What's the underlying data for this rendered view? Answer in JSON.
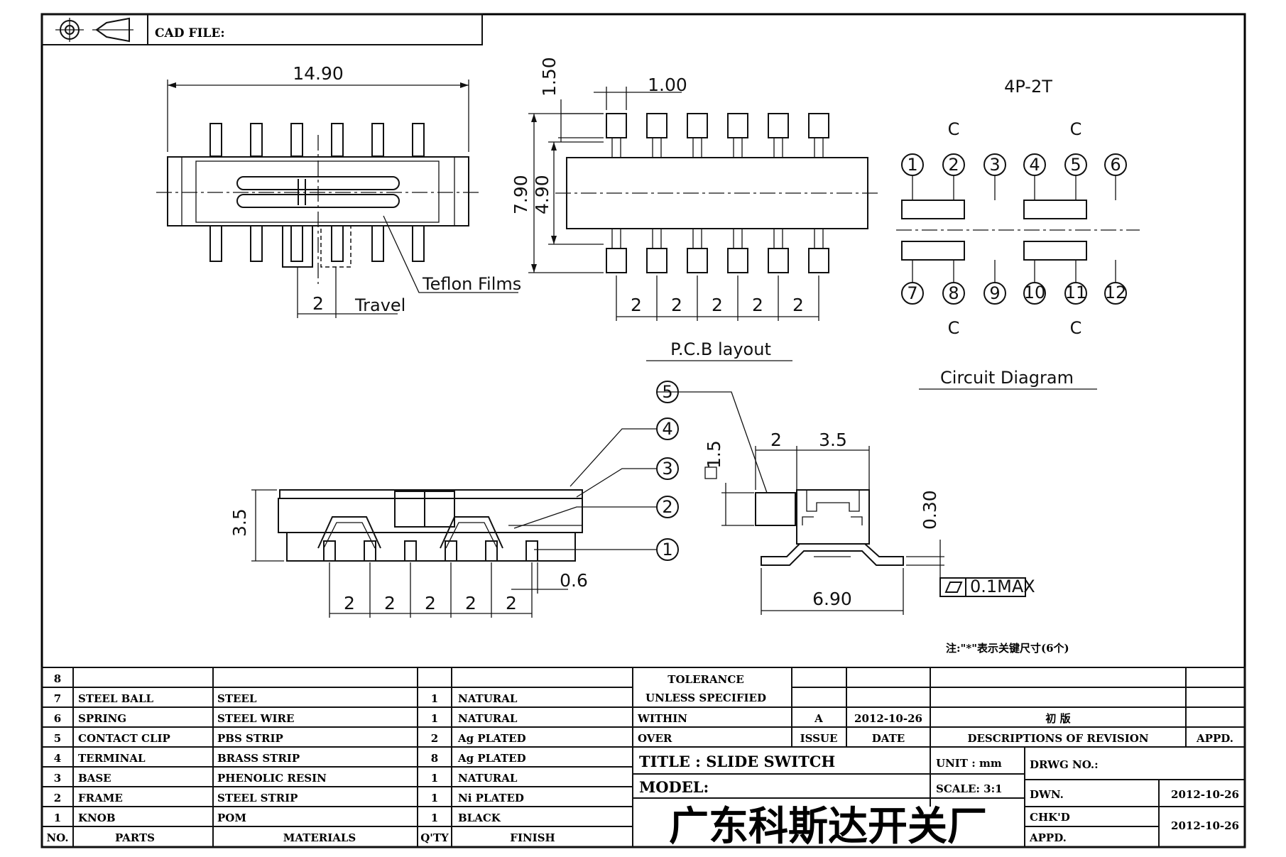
{
  "header": {
    "cad_file_label": "CAD FILE:"
  },
  "top_view": {
    "width_dim": "14.90",
    "travel_dim": "2",
    "travel_label": "Travel",
    "teflon_label": "Teflon Films"
  },
  "pcb_layout": {
    "pad_dim": "1.00",
    "pad_height_dim": "1.50",
    "outer_dim": "7.90",
    "inner_dim": "4.90",
    "pitch_dims": [
      "2",
      "2",
      "2",
      "2",
      "2"
    ],
    "title": "P.C.B layout"
  },
  "circuit": {
    "config": "4P-2T",
    "common_labels": [
      "C",
      "C",
      "C",
      "C"
    ],
    "top_pins": [
      "1",
      "2",
      "3",
      "4",
      "5",
      "6"
    ],
    "bottom_pins": [
      "7",
      "8",
      "9",
      "10",
      "11",
      "12"
    ],
    "title": "Circuit Diagram"
  },
  "side_view": {
    "height_dim": "3.5",
    "pitch_dims": [
      "2",
      "2",
      "2",
      "2",
      "2"
    ],
    "pin_dim": "0.6",
    "callouts": [
      "1",
      "2",
      "3",
      "4",
      "5"
    ]
  },
  "end_view": {
    "knob_dim": "1.5",
    "offset_dim": "2",
    "width_dim": "3.5",
    "thickness_dim": "0.30",
    "overall_dim": "6.90",
    "flatness": "0.1MAX"
  },
  "note": "注:\"*\"表示关键尺寸(6个)",
  "parts_table": {
    "headers": [
      "NO.",
      "PARTS",
      "MATERIALS",
      "Q'TY",
      "FINISH"
    ],
    "rows": [
      [
        "8",
        "",
        "",
        "",
        ""
      ],
      [
        "7",
        "STEEL BALL",
        "STEEL",
        "1",
        "NATURAL"
      ],
      [
        "6",
        "SPRING",
        "STEEL WIRE",
        "1",
        "NATURAL"
      ],
      [
        "5",
        "CONTACT CLIP",
        "PBS STRIP",
        "2",
        "Ag PLATED"
      ],
      [
        "4",
        "TERMINAL",
        "BRASS STRIP",
        "8",
        "Ag PLATED"
      ],
      [
        "3",
        "BASE",
        "PHENOLIC RESIN",
        "1",
        "NATURAL"
      ],
      [
        "2",
        "FRAME",
        "STEEL STRIP",
        "1",
        "Ni PLATED"
      ],
      [
        "1",
        "KNOB",
        "POM",
        "1",
        "BLACK"
      ]
    ]
  },
  "title_block": {
    "tolerance": "TOLERANCE",
    "unless": "UNLESS  SPECIFIED",
    "within": "WITHIN",
    "over": "OVER",
    "issue_value": "A",
    "issue_date": "2012-10-26",
    "revision_desc": "初  版",
    "issue_label": "ISSUE",
    "date_label": "DATE",
    "desc_label": "DESCRIPTIONS OF REVISION",
    "appd_label": "APPD.",
    "title": "TITLE : SLIDE SWITCH",
    "unit": "UNIT :  mm",
    "drwg_no": "DRWG NO.:",
    "model": "MODEL:",
    "scale": "SCALE:  3:1",
    "dwn_label": "DWN.",
    "dwn_date": "2012-10-26",
    "company": "广东科斯达开关厂",
    "chkd_label": "CHK'D",
    "chkd_date": "2012-10-26",
    "appd2_label": "APPD."
  }
}
